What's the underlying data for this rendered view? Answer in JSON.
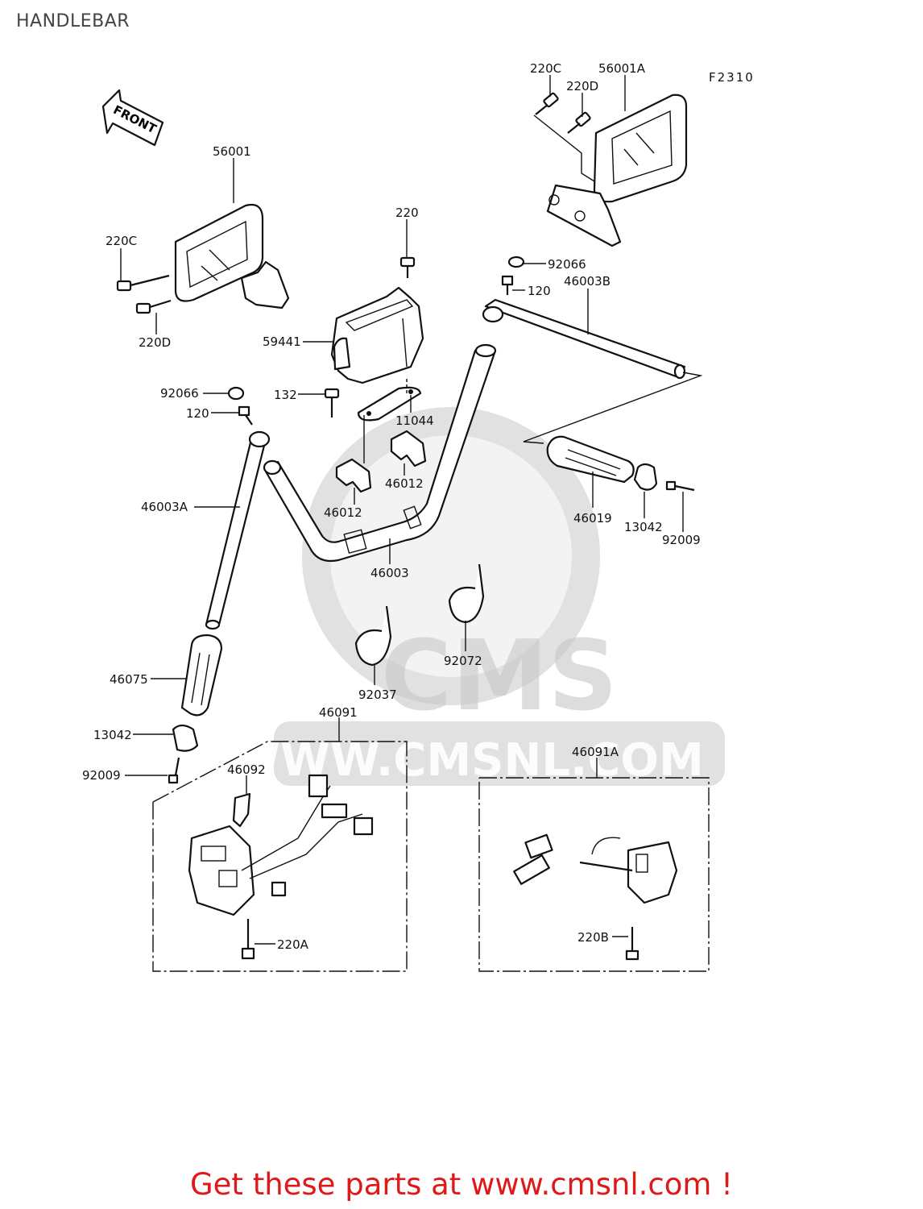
{
  "title": "HANDLEBAR",
  "figure_code": "F2310",
  "front_arrow": "FRONT",
  "watermark": {
    "brand": "CMS",
    "url": "WWW.CMSNL.COM"
  },
  "footer_text": "Get these parts at www.cmsnl.com !",
  "parts": {
    "p220c_top": "220C",
    "p56001a": "56001A",
    "p220d_top": "220D",
    "p56001": "56001",
    "p220": "220",
    "p220c_left": "220C",
    "p220d_left": "220D",
    "p92066_right": "92066",
    "p120_right": "120",
    "p46003b": "46003B",
    "p59441": "59441",
    "p92066_left": "92066",
    "p132": "132",
    "p120_left": "120",
    "p11044": "11044",
    "p46012_right": "46012",
    "p46012_left": "46012",
    "p46003a": "46003A",
    "p46003": "46003",
    "p46019": "46019",
    "p13042_right": "13042",
    "p92009_right": "92009",
    "p92072": "92072",
    "p92037": "92037",
    "p46075": "46075",
    "p13042_left": "13042",
    "p92009_left": "92009",
    "p46091": "46091",
    "p46092": "46092",
    "p220a": "220A",
    "p46091a": "46091A",
    "p220b": "220B"
  }
}
